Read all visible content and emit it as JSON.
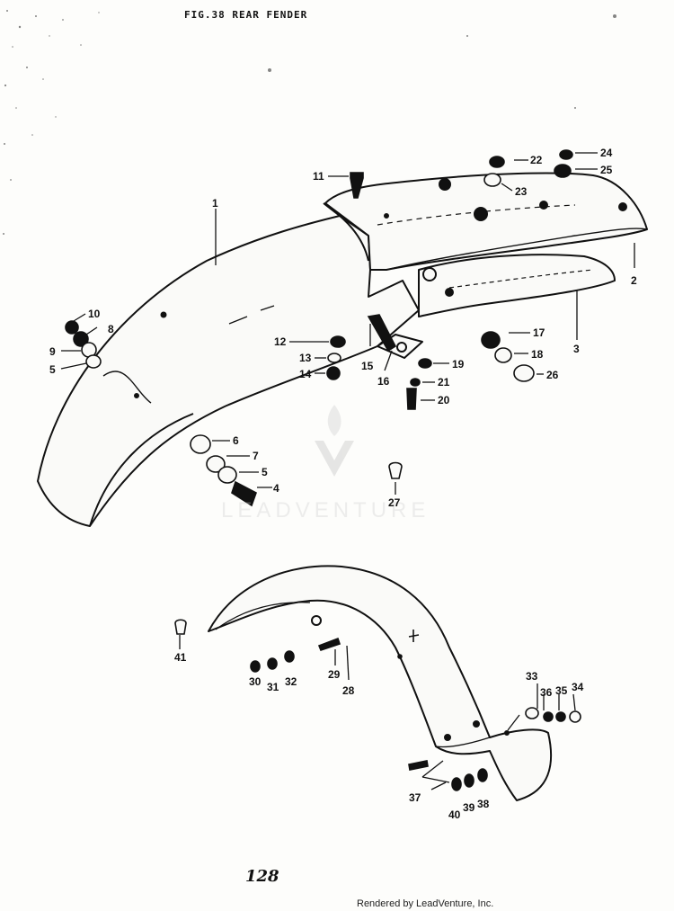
{
  "title": "FIG.38  REAR FENDER",
  "page_number": "128",
  "footer": "Rendered by LeadVenture, Inc.",
  "watermark": "LEADVENTURE",
  "callouts": [
    {
      "id": "c1",
      "text": "1"
    },
    {
      "id": "c2",
      "text": "2"
    },
    {
      "id": "c3",
      "text": "3"
    },
    {
      "id": "c4",
      "text": "4"
    },
    {
      "id": "c5a",
      "text": "5"
    },
    {
      "id": "c5b",
      "text": "5"
    },
    {
      "id": "c6",
      "text": "6"
    },
    {
      "id": "c7",
      "text": "7"
    },
    {
      "id": "c8",
      "text": "8"
    },
    {
      "id": "c9",
      "text": "9"
    },
    {
      "id": "c10",
      "text": "10"
    },
    {
      "id": "c11",
      "text": "11"
    },
    {
      "id": "c12",
      "text": "12"
    },
    {
      "id": "c13",
      "text": "13"
    },
    {
      "id": "c14",
      "text": "14"
    },
    {
      "id": "c15",
      "text": "15"
    },
    {
      "id": "c16",
      "text": "16"
    },
    {
      "id": "c17",
      "text": "17"
    },
    {
      "id": "c18",
      "text": "18"
    },
    {
      "id": "c19",
      "text": "19"
    },
    {
      "id": "c20",
      "text": "20"
    },
    {
      "id": "c21",
      "text": "21"
    },
    {
      "id": "c22",
      "text": "22"
    },
    {
      "id": "c23",
      "text": "23"
    },
    {
      "id": "c24",
      "text": "24"
    },
    {
      "id": "c25",
      "text": "25"
    },
    {
      "id": "c26",
      "text": "26"
    },
    {
      "id": "c27",
      "text": "27"
    },
    {
      "id": "c28",
      "text": "28"
    },
    {
      "id": "c29",
      "text": "29"
    },
    {
      "id": "c30",
      "text": "30"
    },
    {
      "id": "c31",
      "text": "31"
    },
    {
      "id": "c32",
      "text": "32"
    },
    {
      "id": "c33",
      "text": "33"
    },
    {
      "id": "c34",
      "text": "34"
    },
    {
      "id": "c35",
      "text": "35"
    },
    {
      "id": "c36",
      "text": "36"
    },
    {
      "id": "c37",
      "text": "37"
    },
    {
      "id": "c38",
      "text": "38"
    },
    {
      "id": "c39",
      "text": "39"
    },
    {
      "id": "c40",
      "text": "40"
    },
    {
      "id": "c41",
      "text": "41"
    }
  ]
}
